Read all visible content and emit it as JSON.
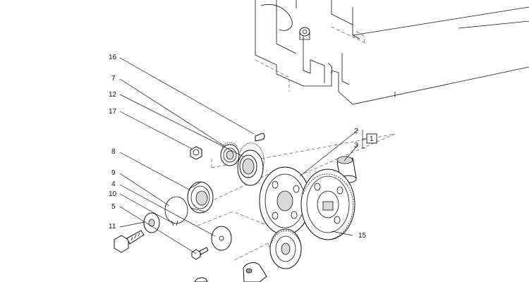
{
  "callouts": {
    "c16": "16",
    "c7": "7",
    "c12": "12",
    "c17": "17",
    "c8": "8",
    "c9": "9",
    "c4": "4",
    "c10": "10",
    "c5": "5",
    "c11": "11",
    "c2": "2",
    "c3": "3",
    "c1": "1",
    "c15": "15"
  }
}
